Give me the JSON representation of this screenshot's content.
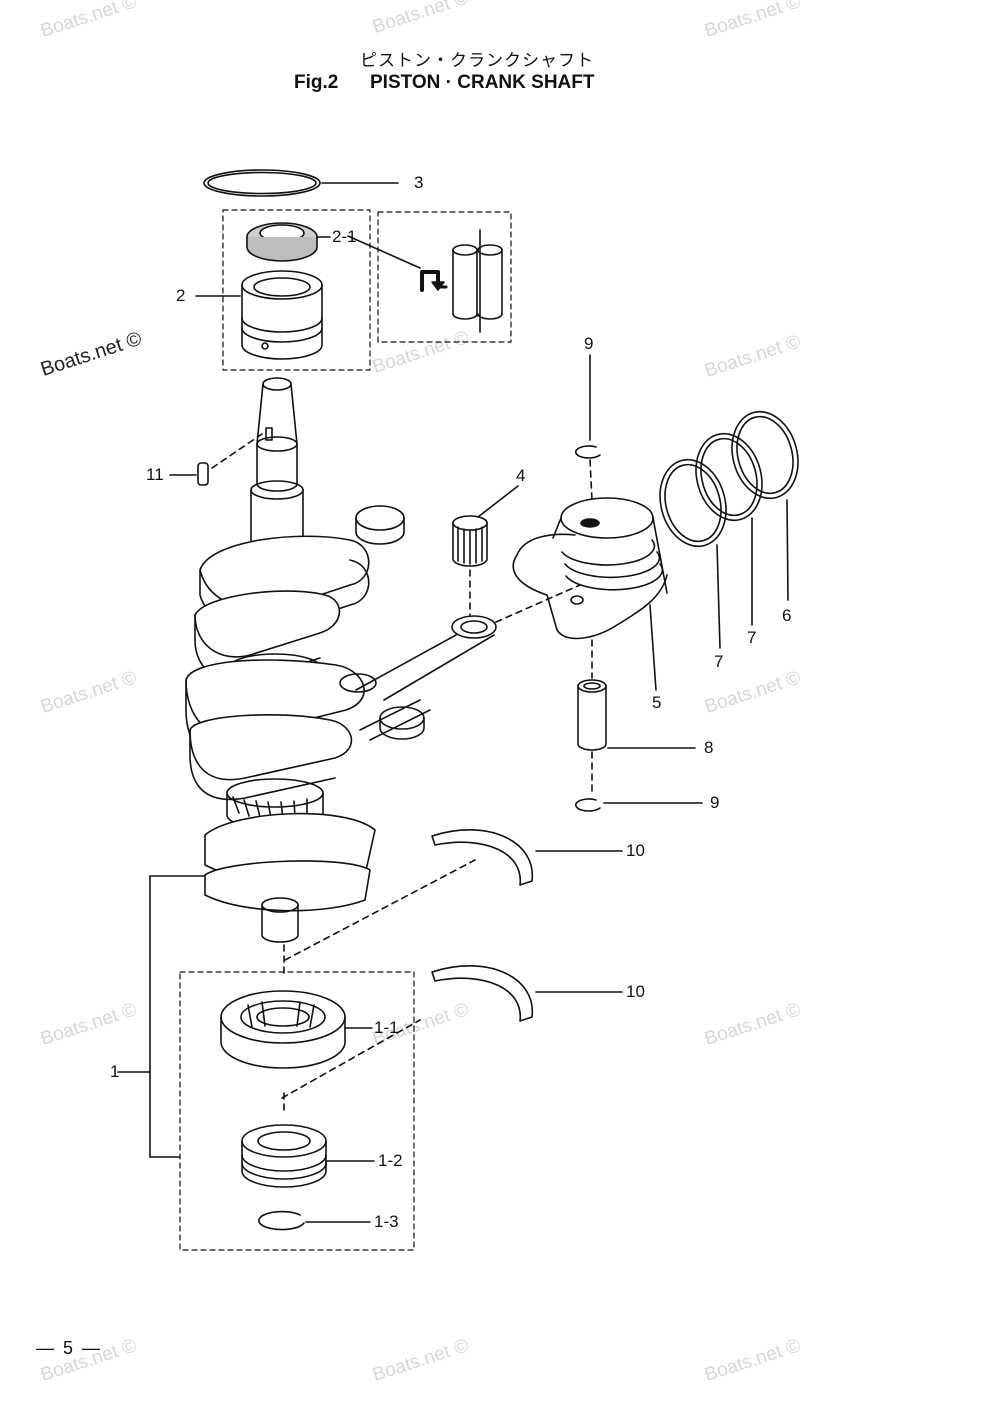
{
  "title": {
    "japanese": "ピストン・クランクシャフト",
    "figure_number": "Fig.2",
    "english": "PISTON · CRANK SHAFT"
  },
  "watermark": "Boats.net ©",
  "callouts": {
    "p3": "3",
    "p2_1": "2-1",
    "p2": "2",
    "p9_top": "9",
    "p11": "11",
    "p4": "4",
    "p7a": "7",
    "p7b": "7",
    "p6": "6",
    "p5": "5",
    "p8": "8",
    "p9_bottom": "9",
    "p10_top": "10",
    "p10_bottom": "10",
    "p1": "1",
    "p1_1": "1-1",
    "p1_2": "1-2",
    "p1_3": "1-3"
  },
  "page_number": "— 5 —",
  "icons": {
    "assembly_arrow": "assembly-arrow-icon"
  }
}
